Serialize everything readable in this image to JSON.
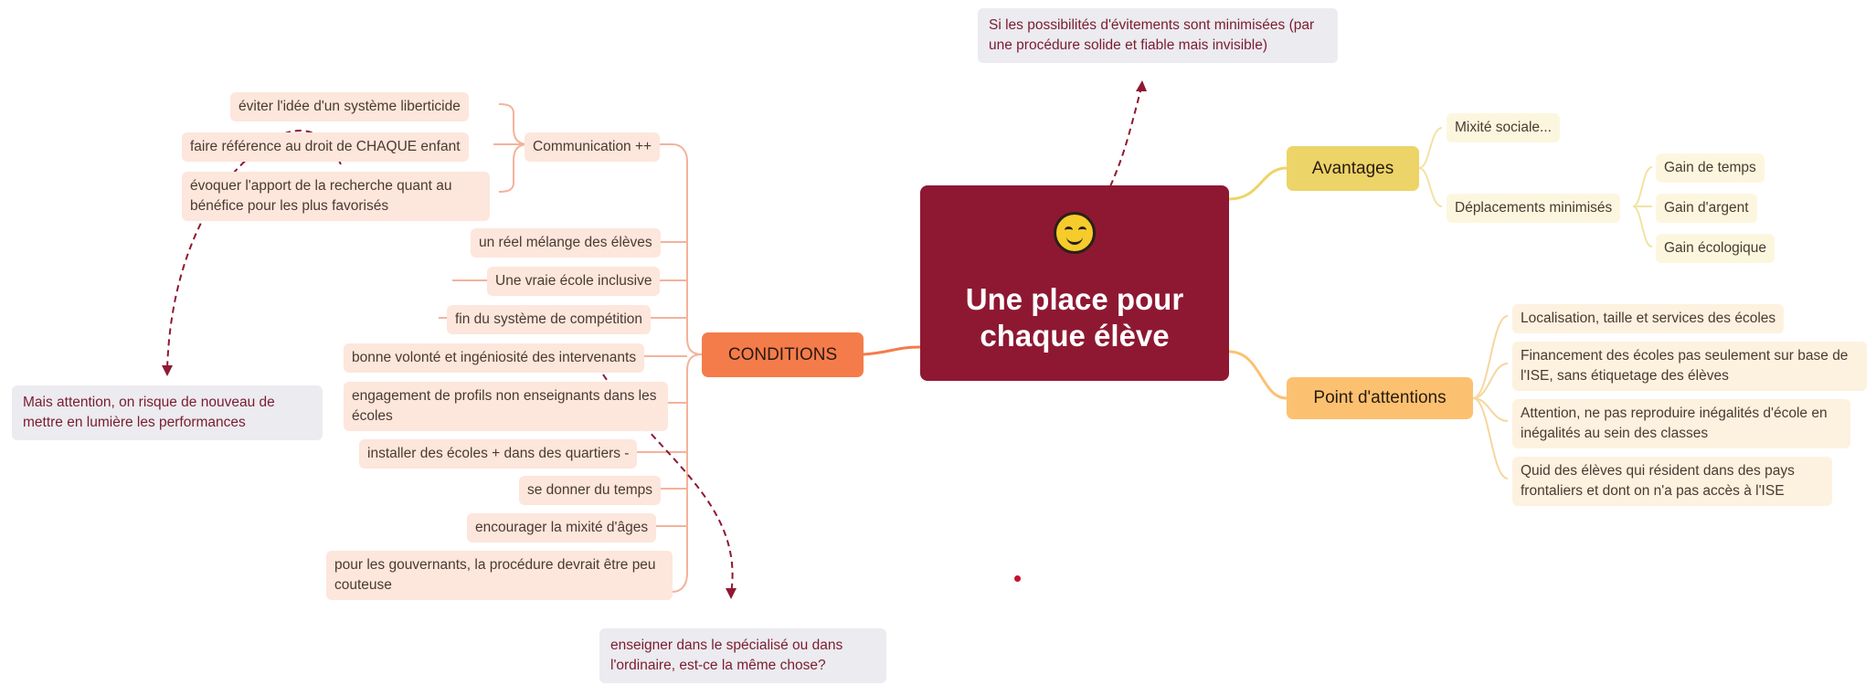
{
  "central": {
    "title": "Une place pour chaque élève",
    "icon": "smiley-face-icon"
  },
  "top_note": "Si les possibilités d'évitements sont minimisées (par une procédure solide et fiable mais invisible)",
  "avantages": {
    "label": "Avantages",
    "mixite": "Mixité sociale...",
    "deplacements": "Déplacements minimisés",
    "gains": [
      "Gain de temps",
      "Gain d'argent",
      "Gain écologique"
    ]
  },
  "attentions": {
    "label": "Point d'attentions",
    "items": [
      "Localisation, taille et services des écoles",
      "Financement des écoles pas seulement sur base de l'ISE, sans étiquetage des élèves",
      "Attention, ne pas reproduire inégalités d'école en inégalités au sein des classes",
      "Quid des élèves qui résident dans des pays frontaliers et dont on n'a pas accès à l'ISE"
    ]
  },
  "conditions": {
    "label": "CONDITIONS",
    "communication": "Communication ++",
    "comm_items": [
      "éviter l'idée d'un système liberticide",
      "faire référence au droit de CHAQUE enfant",
      "évoquer l'apport de la recherche quant au bénéfice pour les plus favorisés"
    ],
    "items": [
      "un réel mélange des élèves",
      "Une vraie école inclusive",
      "fin du système de compétition",
      "bonne volonté et ingéniosité des intervenants",
      "engagement de profils non enseignants dans les écoles",
      "installer des écoles  + dans des quartiers -",
      "se donner du temps",
      "encourager la mixité d'âges",
      "pour les gouvernants, la procédure devrait être peu couteuse"
    ]
  },
  "left_note": "Mais attention, on risque de nouveau de mettre en lumière les performances",
  "bottom_note": "enseigner dans le spécialisé ou dans l'ordinaire, est-ce la même chose?",
  "colors": {
    "central": "#8e1832",
    "conditions": "#f47c4a",
    "avantages": "#ecd468",
    "attentions": "#fbc170",
    "dashed_link": "#8e1832"
  }
}
